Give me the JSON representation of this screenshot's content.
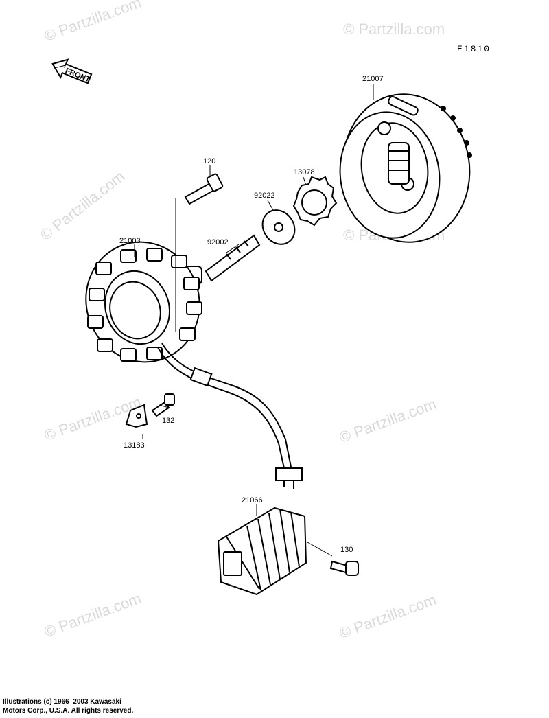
{
  "diagram_code": "E1810",
  "front_label": "FRONT",
  "watermark": "© Partzilla.com",
  "credit_line1": "Illustrations (c) 1966–2003 Kawasaki",
  "credit_line2": "Motors Corp., U.S.A.  All rights reserved.",
  "parts": {
    "flywheel": "21007",
    "bolt_top": "120",
    "coupling": "13078",
    "washer": "92022",
    "stator": "21003",
    "stud": "92002",
    "bracket_bolt": "132",
    "clamp": "13183",
    "regulator": "21066",
    "regulator_bolt": "130"
  }
}
